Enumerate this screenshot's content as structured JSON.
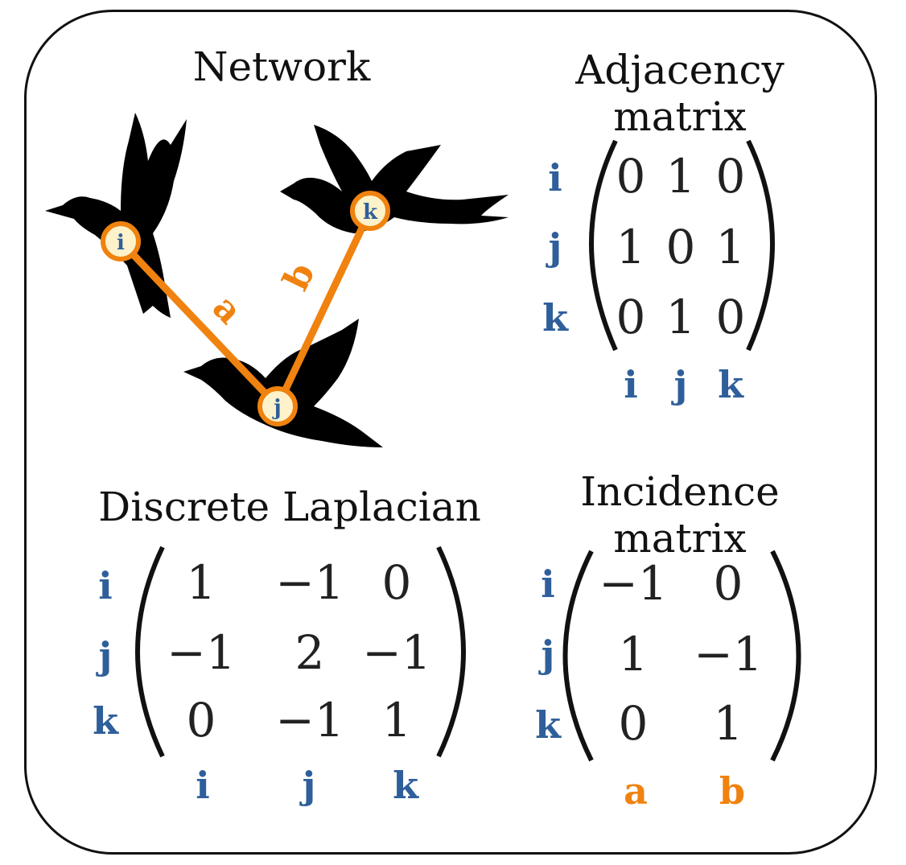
{
  "titles": {
    "network": "Network",
    "adjacency_line1": "Adjacency",
    "adjacency_line2": "matrix",
    "laplacian": "Discrete Laplacian",
    "incidence_line1": "Incidence",
    "incidence_line2": "matrix"
  },
  "network": {
    "nodes": [
      "i",
      "k",
      "j"
    ],
    "edges": [
      "a",
      "b"
    ]
  },
  "adjacency": {
    "rows": [
      "i",
      "j",
      "k"
    ],
    "cols": [
      "i",
      "j",
      "k"
    ],
    "values": [
      [
        "0",
        "1",
        "0"
      ],
      [
        "1",
        "0",
        "1"
      ],
      [
        "0",
        "1",
        "0"
      ]
    ]
  },
  "laplacian": {
    "rows": [
      "i",
      "j",
      "k"
    ],
    "cols": [
      "i",
      "j",
      "k"
    ],
    "values": [
      [
        "1",
        "−1",
        "0"
      ],
      [
        "−1",
        "2",
        "−1"
      ],
      [
        "0",
        "−1",
        "1"
      ]
    ]
  },
  "incidence": {
    "rows": [
      "i",
      "j",
      "k"
    ],
    "cols": [
      "a",
      "b"
    ],
    "values": [
      [
        "−1",
        "0"
      ],
      [
        "1",
        "−1"
      ],
      [
        "0",
        "1"
      ]
    ]
  },
  "colors": {
    "node_label": "#2f5f9a",
    "edge": "#f0820f",
    "node_fill": "#fdf2c9",
    "bird": "#000000"
  }
}
